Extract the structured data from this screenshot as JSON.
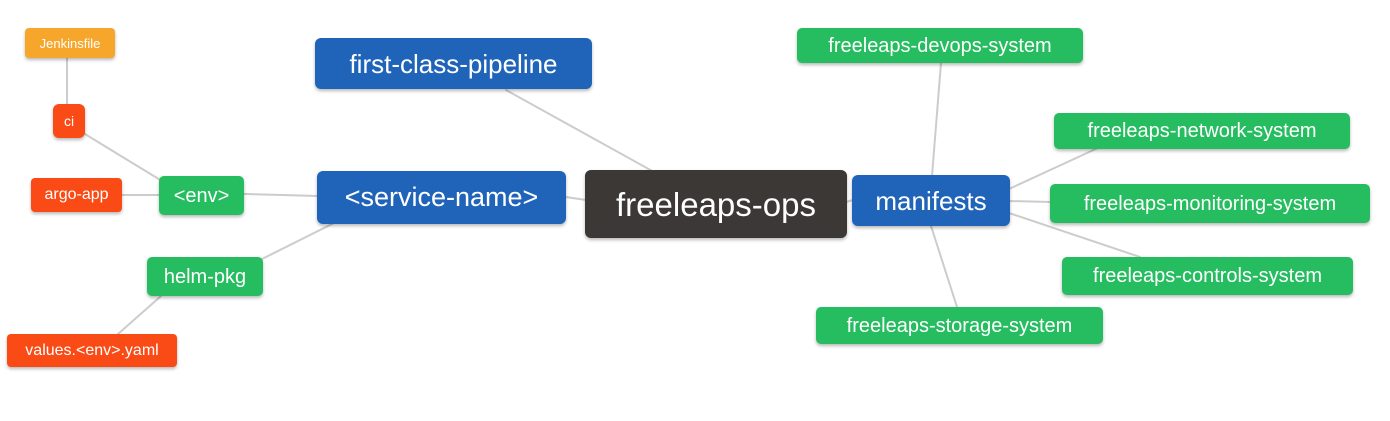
{
  "colors": {
    "node_blue": "#2064ba",
    "node_green": "#25bd5f",
    "node_red_orange": "#fa4a15",
    "node_orange": "#f7a62c",
    "node_dark": "#3b3836",
    "edge_line": "#cccccc",
    "node_text": "#ffffff",
    "background": "#ffffff"
  },
  "nodes": [
    {
      "id": "jenkinsfile",
      "label": "Jenkinsfile",
      "color": "orange"
    },
    {
      "id": "ci",
      "label": "ci",
      "color": "red_orange"
    },
    {
      "id": "argo-app",
      "label": "argo-app",
      "color": "red_orange"
    },
    {
      "id": "env",
      "label": "<env>",
      "color": "green"
    },
    {
      "id": "helm-pkg",
      "label": "helm-pkg",
      "color": "green"
    },
    {
      "id": "values-env-yaml",
      "label": "values.<env>.yaml",
      "color": "red_orange"
    },
    {
      "id": "first-class-pipeline",
      "label": "first-class-pipeline",
      "color": "blue"
    },
    {
      "id": "service-name",
      "label": "<service-name>",
      "color": "blue"
    },
    {
      "id": "freeleaps-ops",
      "label": "freeleaps-ops",
      "color": "dark"
    },
    {
      "id": "manifests",
      "label": "manifests",
      "color": "blue"
    },
    {
      "id": "devops-system",
      "label": "freeleaps-devops-system",
      "color": "green"
    },
    {
      "id": "network-system",
      "label": "freeleaps-network-system",
      "color": "green"
    },
    {
      "id": "monitoring-system",
      "label": "freeleaps-monitoring-system",
      "color": "green"
    },
    {
      "id": "controls-system",
      "label": "freeleaps-controls-system",
      "color": "green"
    },
    {
      "id": "storage-system",
      "label": "freeleaps-storage-system",
      "color": "green"
    }
  ],
  "edges": [
    {
      "from": "jenkinsfile",
      "to": "ci"
    },
    {
      "from": "ci",
      "to": "env"
    },
    {
      "from": "argo-app",
      "to": "env"
    },
    {
      "from": "env",
      "to": "service-name"
    },
    {
      "from": "helm-pkg",
      "to": "service-name"
    },
    {
      "from": "values-env-yaml",
      "to": "helm-pkg"
    },
    {
      "from": "first-class-pipeline",
      "to": "freeleaps-ops"
    },
    {
      "from": "service-name",
      "to": "freeleaps-ops"
    },
    {
      "from": "freeleaps-ops",
      "to": "manifests"
    },
    {
      "from": "devops-system",
      "to": "manifests"
    },
    {
      "from": "manifests",
      "to": "network-system"
    },
    {
      "from": "manifests",
      "to": "monitoring-system"
    },
    {
      "from": "manifests",
      "to": "controls-system"
    },
    {
      "from": "manifests",
      "to": "storage-system"
    }
  ]
}
